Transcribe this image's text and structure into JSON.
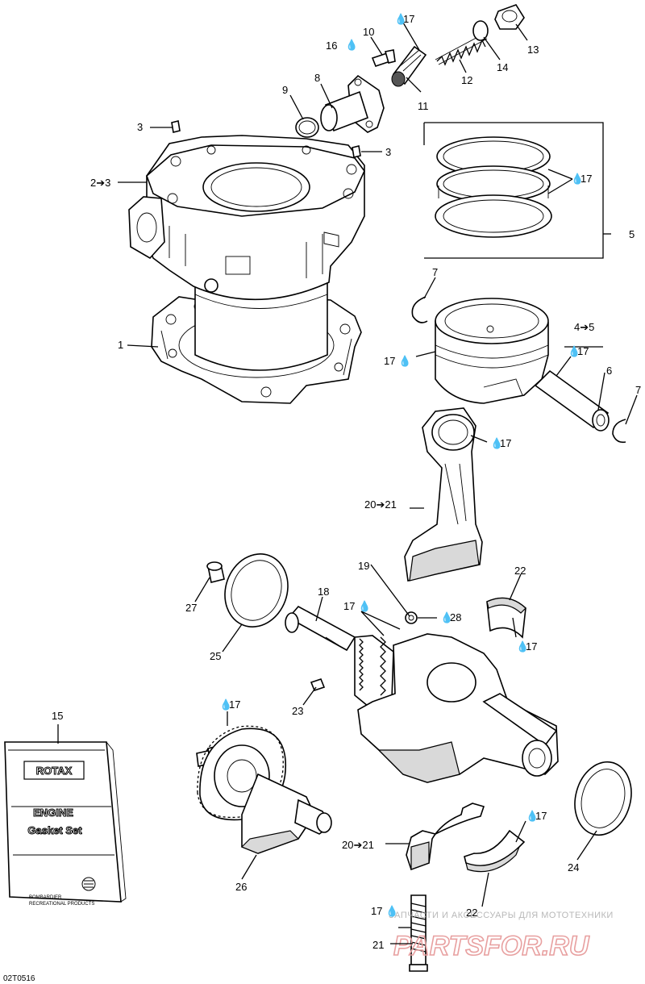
{
  "drop_glyph": "💧",
  "drawing_code": "02T0516",
  "booklet": {
    "brand": "ROTAX",
    "title_1": "ENGINE",
    "title_2": "Gasket Set",
    "footer_1": "BOMBARDIER",
    "footer_2": "RECREATIONAL PRODUCTS"
  },
  "watermark": {
    "text": "ЗАПЧАСТИ И АКСЕССУАРЫ ДЛЯ МОТОТЕХНИКИ",
    "logo": "PARTSFOR.RU"
  },
  "callouts": [
    {
      "id": "c1",
      "text": "1"
    },
    {
      "id": "c2",
      "text": "2➔3"
    },
    {
      "id": "c3a",
      "text": "3"
    },
    {
      "id": "c3b",
      "text": "3"
    },
    {
      "id": "c4",
      "text": "4➔5"
    },
    {
      "id": "c5",
      "text": "5"
    },
    {
      "id": "c6",
      "text": "6"
    },
    {
      "id": "c7a",
      "text": "7"
    },
    {
      "id": "c7b",
      "text": "7"
    },
    {
      "id": "c8",
      "text": "8"
    },
    {
      "id": "c9",
      "text": "9"
    },
    {
      "id": "c10",
      "text": "10"
    },
    {
      "id": "c11",
      "text": "11"
    },
    {
      "id": "c12",
      "text": "12"
    },
    {
      "id": "c13",
      "text": "13"
    },
    {
      "id": "c14",
      "text": "14"
    },
    {
      "id": "c15",
      "text": "15"
    },
    {
      "id": "c16",
      "text": "16"
    },
    {
      "id": "c17a",
      "text": "17"
    },
    {
      "id": "c17b",
      "text": "17"
    },
    {
      "id": "c17c",
      "text": "17"
    },
    {
      "id": "c17d",
      "text": "17"
    },
    {
      "id": "c17e",
      "text": "17"
    },
    {
      "id": "c17f",
      "text": "17"
    },
    {
      "id": "c17g",
      "text": "17"
    },
    {
      "id": "c17h",
      "text": "17"
    },
    {
      "id": "c17i",
      "text": "17"
    },
    {
      "id": "c17j",
      "text": "17"
    },
    {
      "id": "c18",
      "text": "18"
    },
    {
      "id": "c19",
      "text": "19"
    },
    {
      "id": "c20a",
      "text": "20➔21"
    },
    {
      "id": "c20b",
      "text": "20➔21"
    },
    {
      "id": "c21",
      "text": "21"
    },
    {
      "id": "c22a",
      "text": "22"
    },
    {
      "id": "c22b",
      "text": "22"
    },
    {
      "id": "c23",
      "text": "23"
    },
    {
      "id": "c24",
      "text": "24"
    },
    {
      "id": "c25",
      "text": "25"
    },
    {
      "id": "c26",
      "text": "26"
    },
    {
      "id": "c27",
      "text": "27"
    },
    {
      "id": "c28",
      "text": "28"
    }
  ]
}
